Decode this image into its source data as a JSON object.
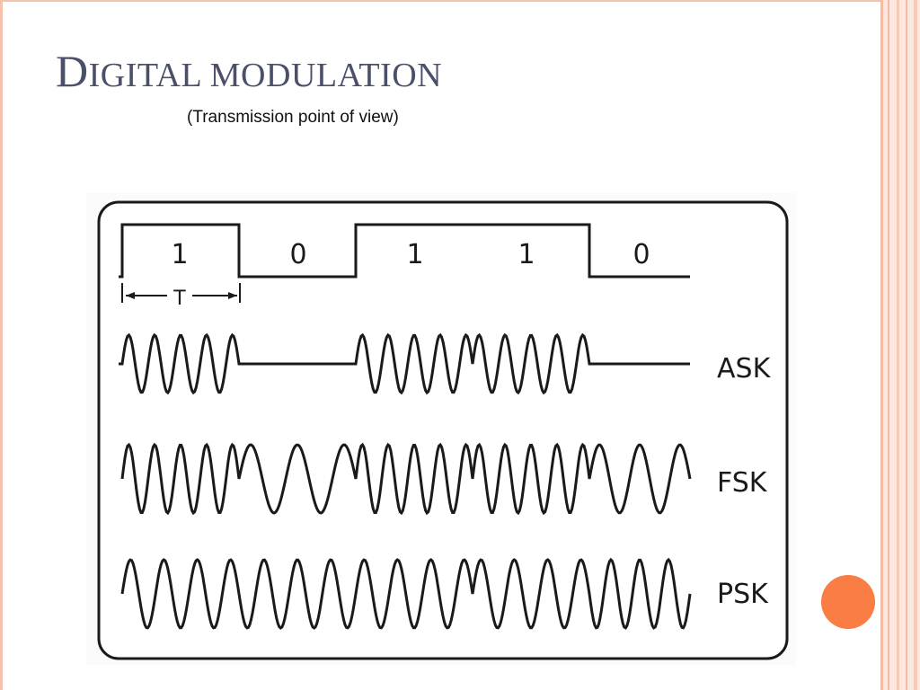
{
  "slide": {
    "title_first": "D",
    "title_rest": "IGITAL MODULATION",
    "subtitle": "(Transmission point of view)"
  },
  "diagram": {
    "bits": [
      "1",
      "0",
      "1",
      "1",
      "0"
    ],
    "period_label": "T",
    "rows": [
      {
        "label": "ASK"
      },
      {
        "label": "FSK"
      },
      {
        "label": "PSK"
      }
    ]
  },
  "colors": {
    "accent": "#f97d45",
    "frame": "#f4c2ad",
    "title": "#4a5068"
  }
}
